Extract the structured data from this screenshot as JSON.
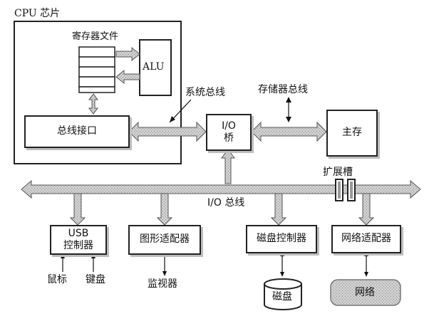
{
  "cpu": {
    "chip_label": "CPU 芯片",
    "register_file_label": "寄存器文件",
    "alu_label": "ALU",
    "bus_interface_label": "总线接口"
  },
  "buses": {
    "system_bus_label": "系统总线",
    "memory_bus_label": "存储器总线",
    "io_bus_label": "I/O 总线",
    "expansion_slots_label": "扩展槽"
  },
  "io_bridge": {
    "line1": "I/O",
    "line2": "桥"
  },
  "main_memory": {
    "label": "主存"
  },
  "controllers": {
    "usb_line1": "USB",
    "usb_line2": "控制器",
    "graphics": "图形适配器",
    "disk_controller": "磁盘控制器",
    "network_adapter": "网络适配器"
  },
  "devices": {
    "mouse": "鼠标",
    "keyboard": "键盘",
    "monitor": "监视器",
    "disk": "磁盘",
    "network": "网络"
  }
}
